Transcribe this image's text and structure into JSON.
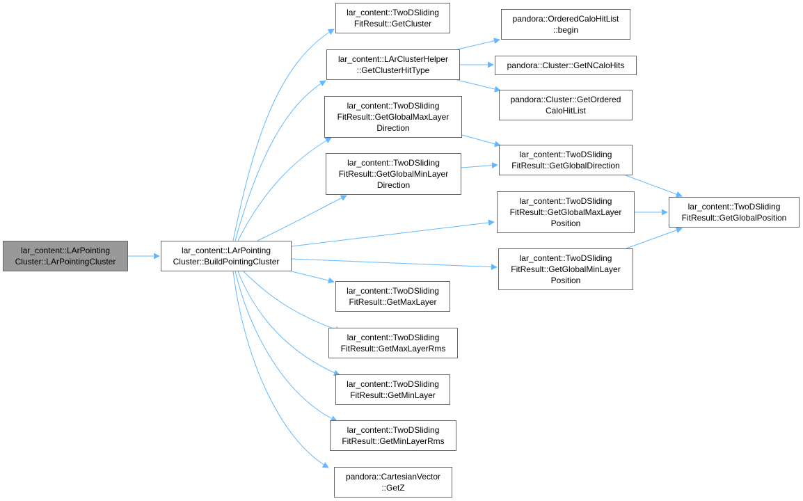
{
  "colors": {
    "edge": "#63b8ff",
    "border": "#666666",
    "root_fill": "#999999",
    "node_fill": "#ffffff"
  },
  "nodes": {
    "root": [
      "lar_content::LArPointing",
      "Cluster::LArPointingCluster"
    ],
    "build": [
      "lar_content::LArPointing",
      "Cluster::BuildPointingCluster"
    ],
    "getCluster": [
      "lar_content::TwoDSliding",
      "FitResult::GetCluster"
    ],
    "clusterHitType": [
      "lar_content::LArClusterHelper",
      "::GetClusterHitType"
    ],
    "gMaxLayerDir": [
      "lar_content::TwoDSliding",
      "FitResult::GetGlobalMaxLayer",
      "Direction"
    ],
    "gMinLayerDir": [
      "lar_content::TwoDSliding",
      "FitResult::GetGlobalMinLayer",
      "Direction"
    ],
    "getMaxLayer": [
      "lar_content::TwoDSliding",
      "FitResult::GetMaxLayer"
    ],
    "getMaxLayerRms": [
      "lar_content::TwoDSliding",
      "FitResult::GetMaxLayerRms"
    ],
    "getMinLayer": [
      "lar_content::TwoDSliding",
      "FitResult::GetMinLayer"
    ],
    "getMinLayerRms": [
      "lar_content::TwoDSliding",
      "FitResult::GetMinLayerRms"
    ],
    "getZ": [
      "pandora::CartesianVector",
      "::GetZ"
    ],
    "begin": [
      "pandora::OrderedCaloHitList",
      "::begin"
    ],
    "nCaloHits": [
      "pandora::Cluster::GetNCaloHits"
    ],
    "orderedList": [
      "pandora::Cluster::GetOrdered",
      "CaloHitList"
    ],
    "gDir": [
      "lar_content::TwoDSliding",
      "FitResult::GetGlobalDirection"
    ],
    "gMaxLayerPos": [
      "lar_content::TwoDSliding",
      "FitResult::GetGlobalMaxLayer",
      "Position"
    ],
    "gMinLayerPos": [
      "lar_content::TwoDSliding",
      "FitResult::GetGlobalMinLayer",
      "Position"
    ],
    "gPos": [
      "lar_content::TwoDSliding",
      "FitResult::GetGlobalPosition"
    ]
  }
}
